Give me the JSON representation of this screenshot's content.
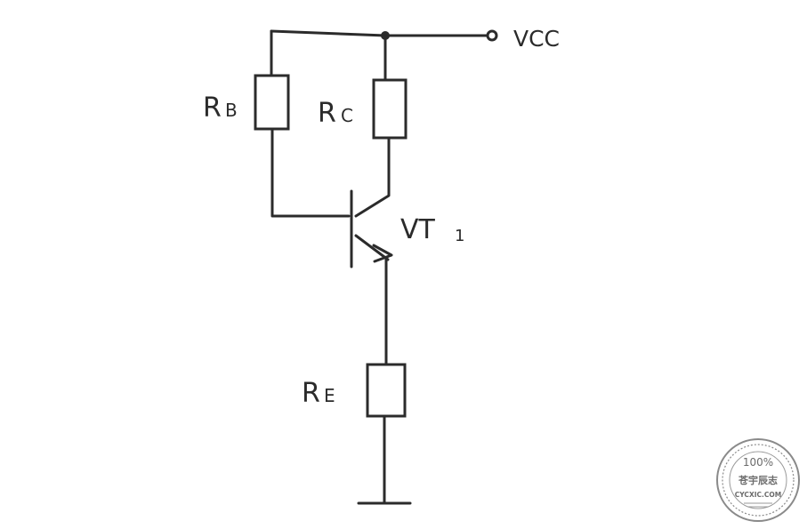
{
  "diagram": {
    "labels": {
      "vcc": "VCC",
      "rb_main": "R",
      "rb_sub": "B",
      "rc_main": "R",
      "rc_sub": "C",
      "re_main": "R",
      "re_sub": "E",
      "vt_main": "VT",
      "vt_sub": "1"
    },
    "stroke_color": "#2b2b2b"
  },
  "watermark": {
    "top": "100%",
    "middle": "苍宇辰志",
    "bottom": "CYCXIC.COM",
    "color": "#6b6b6b"
  }
}
